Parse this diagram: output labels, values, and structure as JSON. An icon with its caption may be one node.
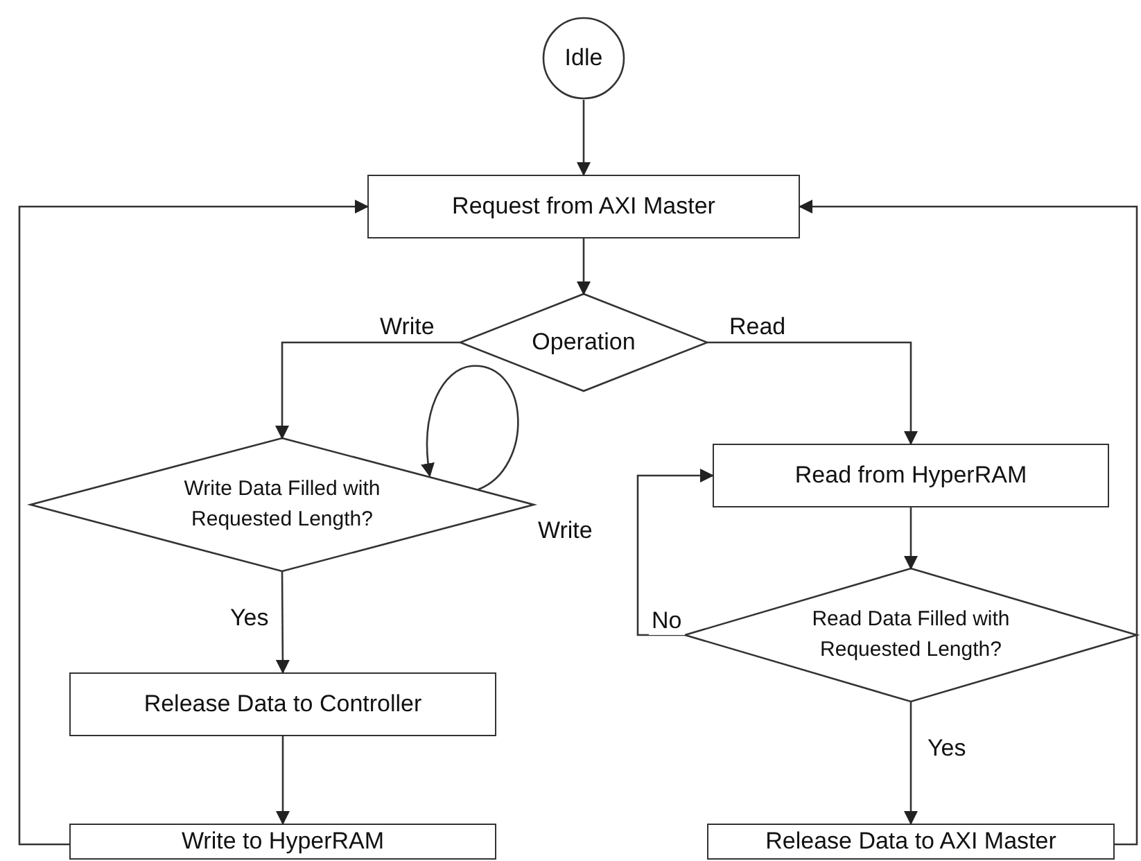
{
  "diagram": {
    "nodes": [
      {
        "text": [
          "Idle"
        ]
      },
      {
        "text": [
          "Request from AXI Master"
        ]
      },
      {
        "text": [
          "Operation"
        ]
      },
      {
        "text": [
          "Write Data Filled with Requested Length?"
        ]
      },
      {
        "text": [
          "Read from HyperRAM"
        ]
      },
      {
        "text": [
          "Release Data to Controller"
        ]
      },
      {
        "text": [
          "Read Data Filled with Requested Length?"
        ]
      },
      {
        "text": [
          "Write to HyperRAM"
        ]
      },
      {
        "text": [
          "Release Data to AXI Master"
        ]
      }
    ],
    "edges": [
      {
        "from": 0,
        "to": 1,
        "arrow": "to"
      },
      {
        "from": 1,
        "to": 2,
        "arrow": "to"
      },
      {
        "from": 2,
        "to": 3,
        "arrow": "to",
        "label": "Write"
      },
      {
        "from": 2,
        "to": 4,
        "arrow": "to",
        "label": "Read"
      },
      {
        "from": 3,
        "to": 3,
        "arrow": "to",
        "label": "Write"
      },
      {
        "from": 3,
        "to": 5,
        "arrow": "to",
        "label": "Yes"
      },
      {
        "from": 5,
        "to": 7,
        "arrow": "to"
      },
      {
        "from": 7,
        "to": 1,
        "arrow": "to"
      },
      {
        "from": 4,
        "to": 6,
        "arrow": "to"
      },
      {
        "from": 6,
        "to": 4,
        "arrow": "to",
        "label": "No"
      },
      {
        "from": 6,
        "to": 8,
        "arrow": "to",
        "label": "Yes"
      },
      {
        "from": 8,
        "to": 1,
        "arrow": "to"
      }
    ]
  }
}
